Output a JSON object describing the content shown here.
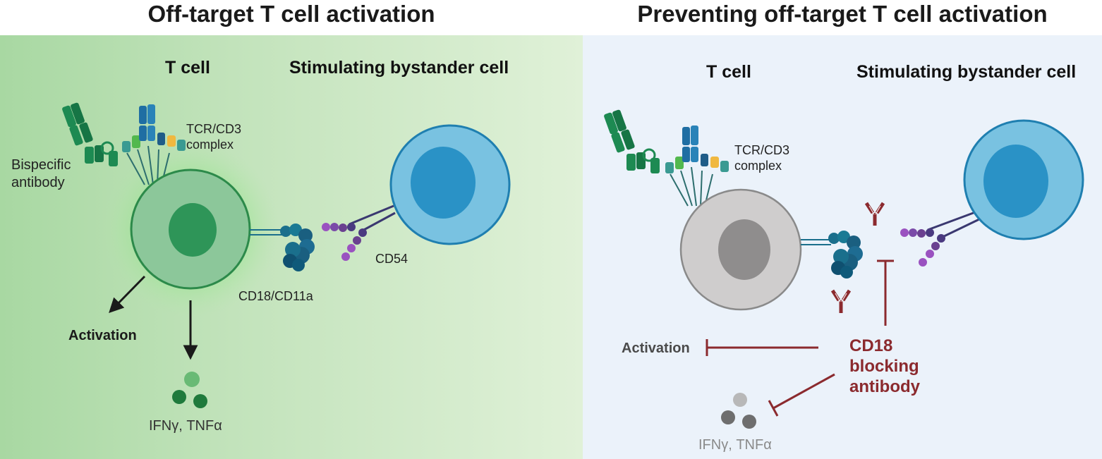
{
  "left_panel": {
    "title": "Off-target T cell activation",
    "t_cell_label": "T cell",
    "bystander_label": "Stimulating bystander cell",
    "tcr_label": "TCR/CD3\ncomplex",
    "bispecific_label": "Bispecific\nantibody",
    "cd18_label": "CD18/CD11a",
    "cd54_label": "CD54",
    "activation_label": "Activation",
    "cytokines_label": "IFNγ, TNFα"
  },
  "right_panel": {
    "title": "Preventing off-target T cell activation",
    "t_cell_label": "T cell",
    "bystander_label": "Stimulating bystander cell",
    "tcr_label": "TCR/CD3\ncomplex",
    "activation_label": "Activation",
    "blocking_label": "CD18\nblocking\nantibody",
    "cytokines_label": "IFNγ, TNFα"
  },
  "colors": {
    "left_bg_start": "#a8d8a2",
    "left_bg_end": "#e0f1d8",
    "right_bg": "#ebf2fa",
    "t_cell_active": "#8cc79a",
    "t_cell_nucleus_active": "#2e9558",
    "t_cell_inactive": "#cfcdcd",
    "t_cell_nucleus_inactive": "#8f8d8d",
    "bystander_cell": "#79c2e1",
    "bystander_nucleus": "#2a92c6",
    "inhibit_red": "#8b2a2e",
    "icam_purple": "#8a4fb8",
    "integrin_teal": "#1a6f8c"
  }
}
